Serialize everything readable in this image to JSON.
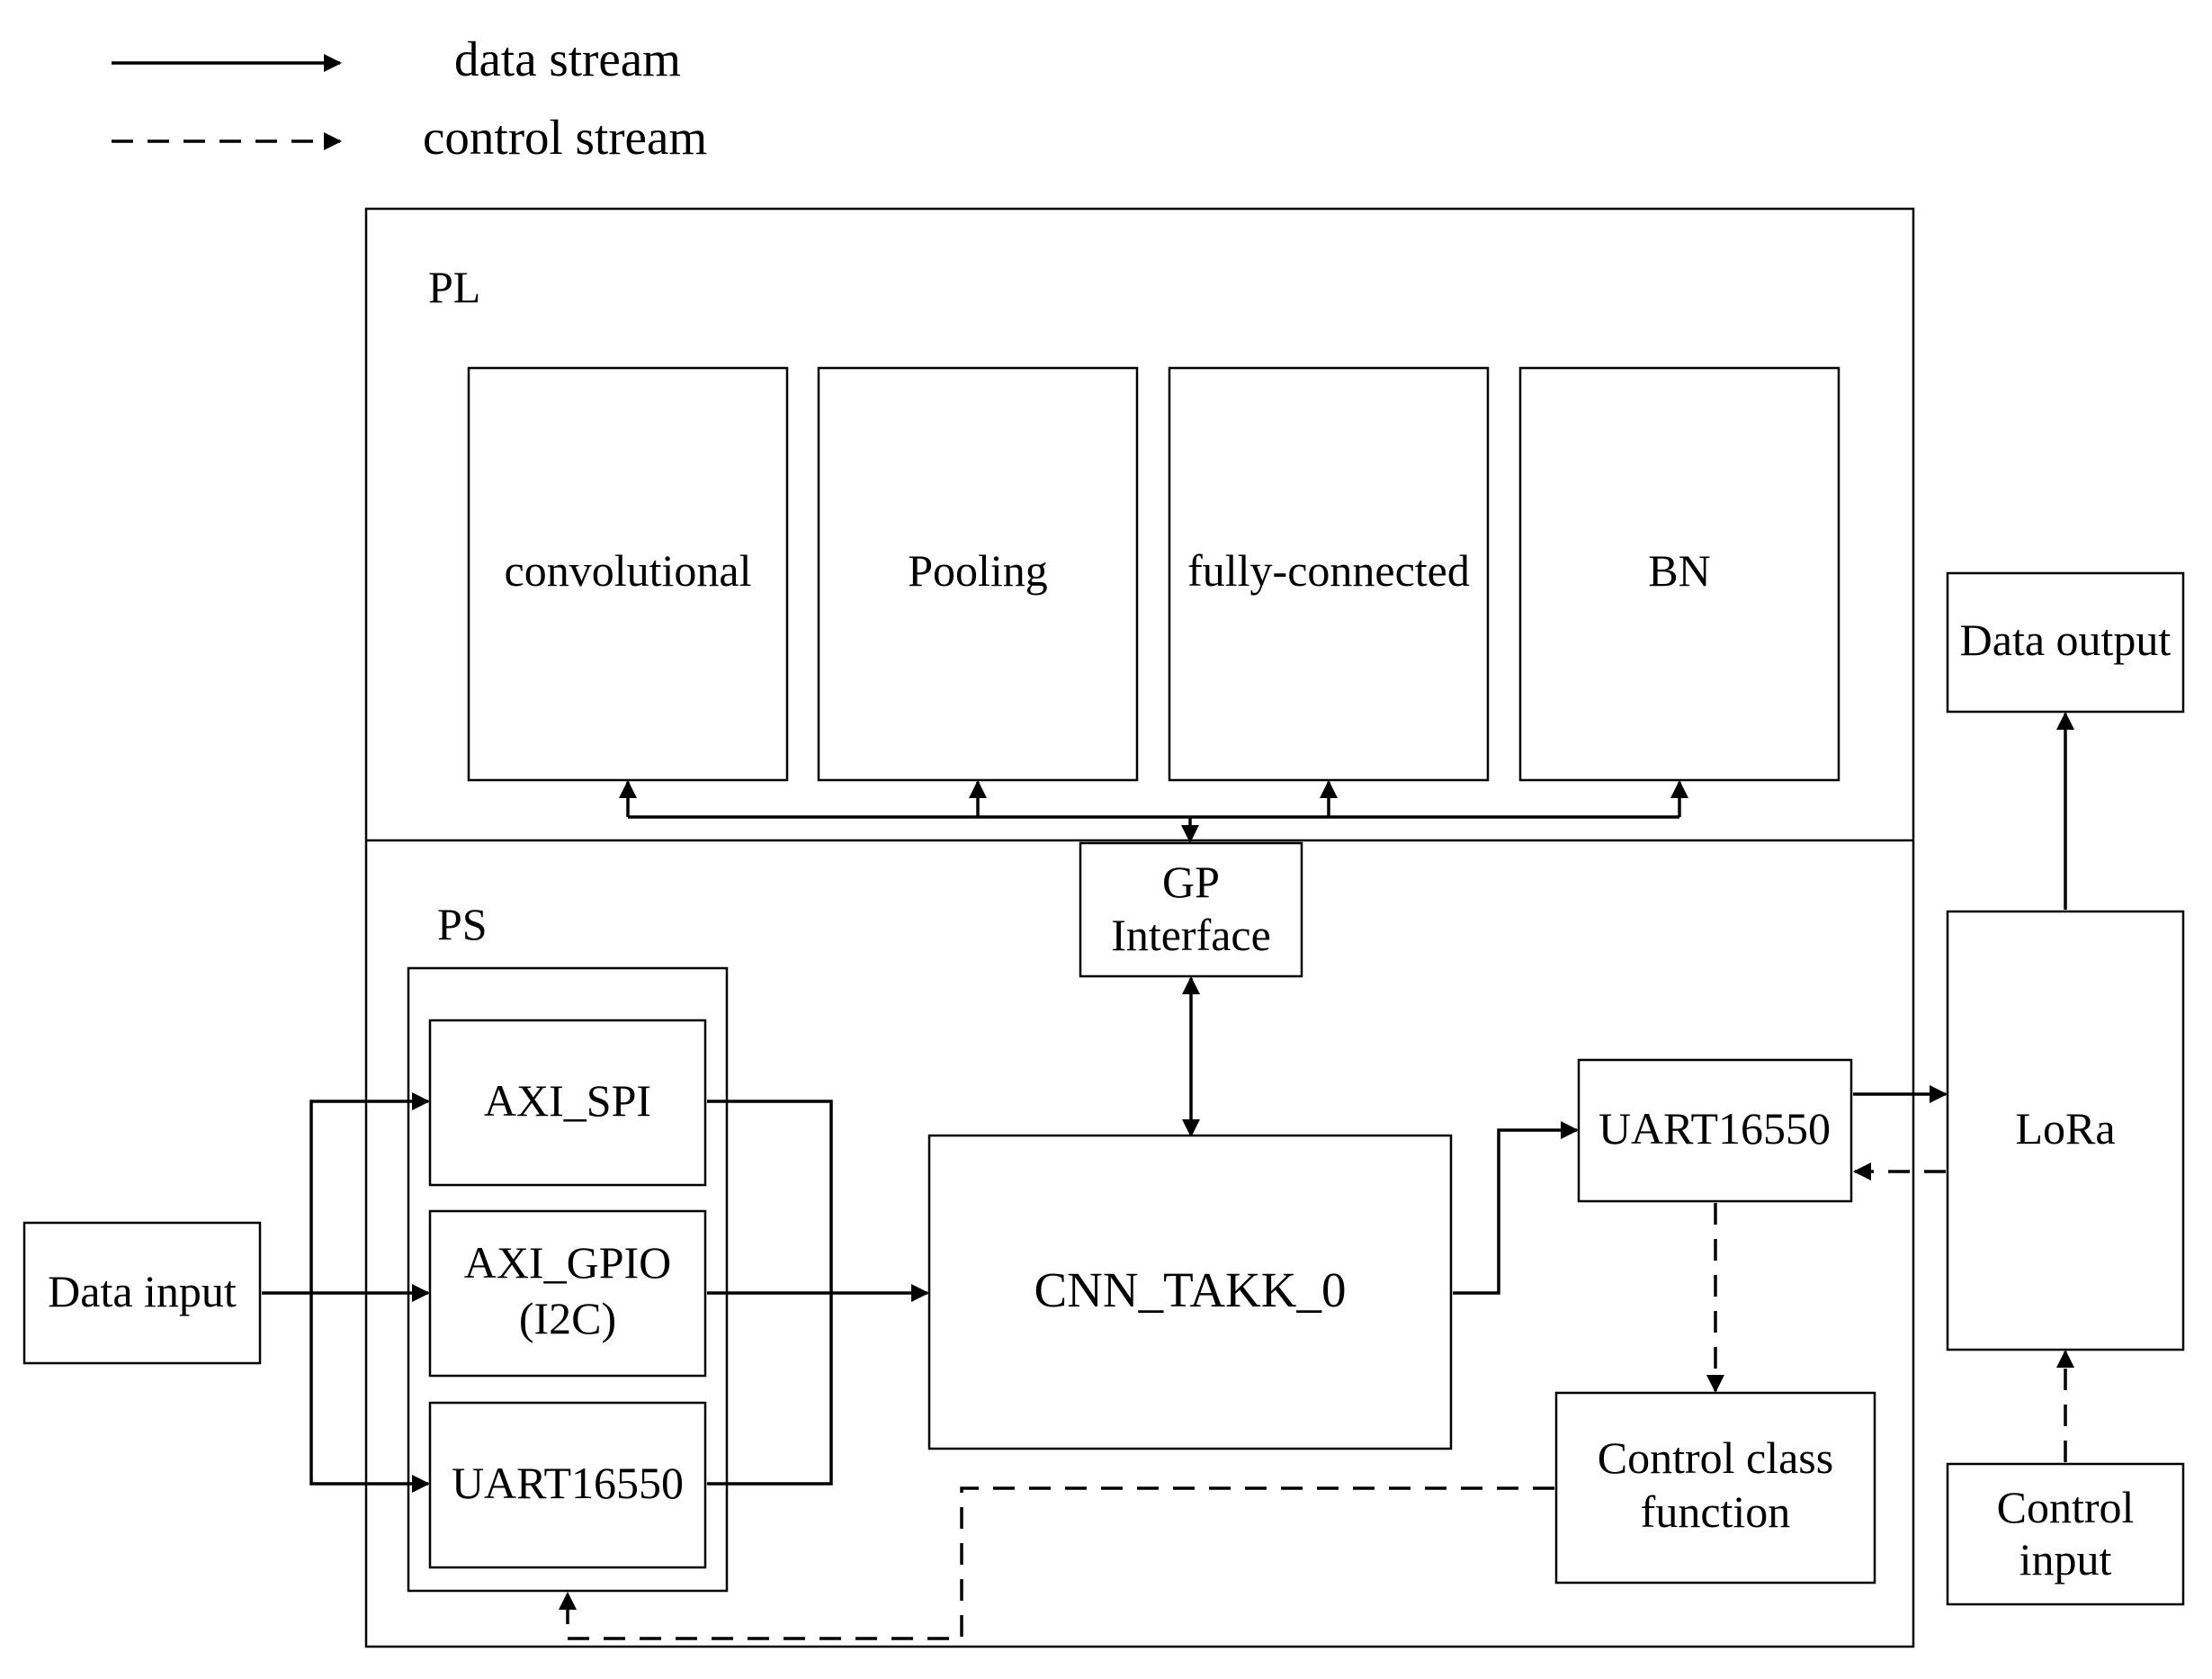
{
  "legend": {
    "data_stream": "data stream",
    "control_stream": "control stream"
  },
  "regions": {
    "pl": "PL",
    "ps": "PS"
  },
  "pl_modules": {
    "convolutional": "convolutional",
    "pooling": "Pooling",
    "fully_connected": "fully-connected",
    "bn": "BN"
  },
  "gp_interface": {
    "line1": "GP",
    "line2": "Interface"
  },
  "inputs": {
    "axi_spi": "AXI_SPI",
    "axi_gpio_line1": "AXI_GPIO",
    "axi_gpio_line2": "(I2C)",
    "uart_in": "UART16550"
  },
  "cnn": "CNN_TAKK_0",
  "uart_out": "UART16550",
  "control_class": {
    "line1": "Control class",
    "line2": "function"
  },
  "data_input": "Data input",
  "lora": "LoRa",
  "data_output": "Data output",
  "control_input": {
    "line1": "Control",
    "line2": "input"
  }
}
